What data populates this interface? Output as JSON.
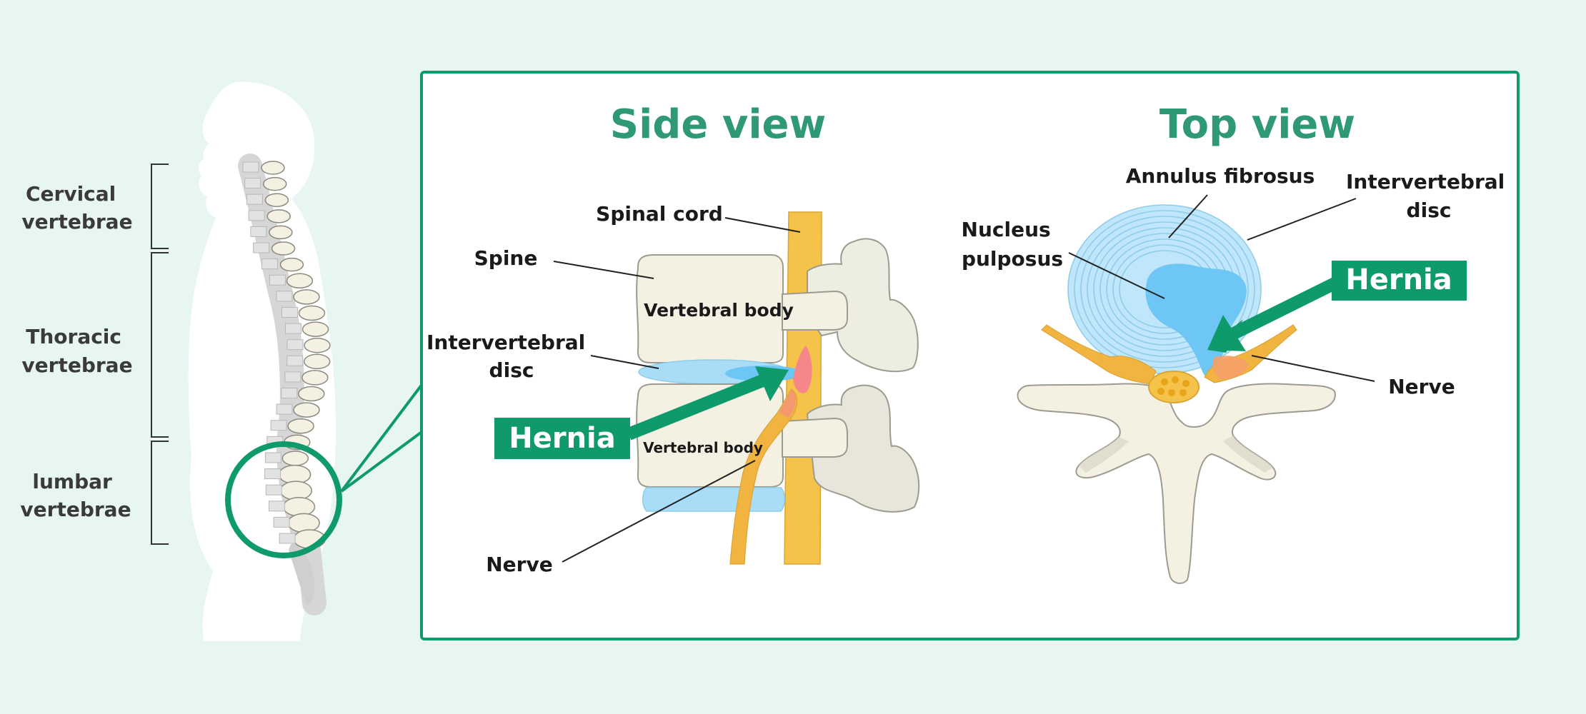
{
  "colors": {
    "background": "#e8f6f1",
    "accent_green": "#0e9a6a",
    "title_green": "#2f9973",
    "bone": "#f4f1e3",
    "bone_outline": "#9b9b8f",
    "disc_blue": "#8fd4f7",
    "nucleus_blue": "#6ec6f5",
    "spinal_cord": "#f5c24a",
    "nerve": "#f2b441",
    "hernia_pink": "#f5878a"
  },
  "regions": {
    "cervical": [
      "Cervical",
      "vertebrae"
    ],
    "thoracic": [
      "Thoracic",
      "vertebrae"
    ],
    "lumbar": [
      "lumbar",
      "vertebrae"
    ]
  },
  "side_view": {
    "title": "Side view",
    "labels": {
      "spinal_cord": "Spinal cord",
      "spine": "Spine",
      "intervertebral_disc": [
        "Intervertebral",
        "disc"
      ],
      "vertebral_body_top": "Vertebral body",
      "vertebral_body_bottom": "Vertebral body",
      "nerve": "Nerve"
    },
    "hernia_label": "Hernia"
  },
  "top_view": {
    "title": "Top view",
    "labels": {
      "annulus_fibrosus": "Annulus fibrosus",
      "intervertebral_disc": [
        "Intervertebral",
        "disc"
      ],
      "nucleus_pulposus": [
        "Nucleus",
        "pulposus"
      ],
      "nerve": "Nerve"
    },
    "hernia_label": "Hernia"
  },
  "icons": {
    "body_silhouette": "human-silhouette-icon",
    "spine": "spinal-column-icon",
    "magnifier": "zoom-circle-icon"
  }
}
